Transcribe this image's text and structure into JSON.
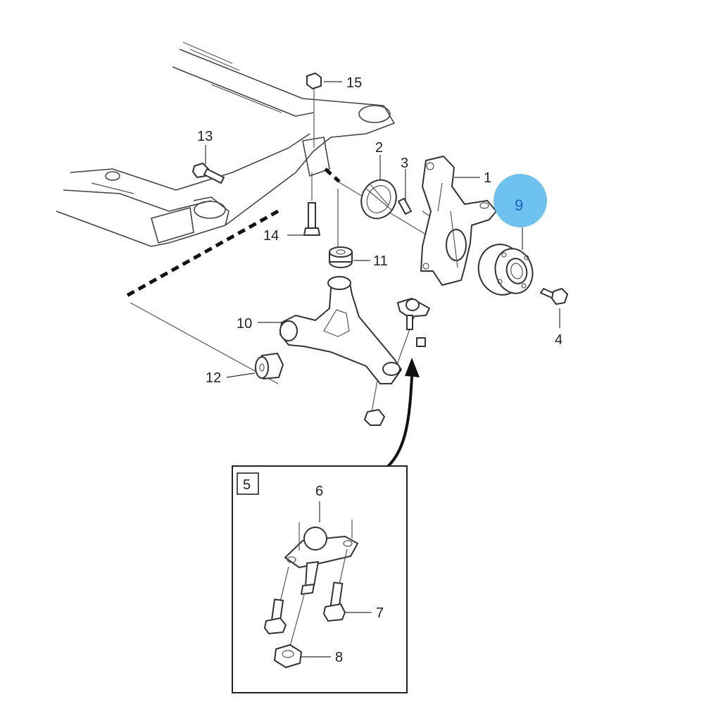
{
  "diagram": {
    "highlight_color": "#66bfee",
    "highlighted_label": "9",
    "callouts": [
      {
        "id": "1",
        "label": "1",
        "part": "steering-knuckle"
      },
      {
        "id": "2",
        "label": "2",
        "part": "bearing-shield"
      },
      {
        "id": "3",
        "label": "3",
        "part": "knuckle-bolt"
      },
      {
        "id": "4",
        "label": "4",
        "part": "hub-bolt"
      },
      {
        "id": "9",
        "label": "9",
        "part": "wheel-hub"
      },
      {
        "id": "10",
        "label": "10",
        "part": "lower-control-arm"
      },
      {
        "id": "11",
        "label": "11",
        "part": "rear-bushing"
      },
      {
        "id": "12",
        "label": "12",
        "part": "front-bushing"
      },
      {
        "id": "13",
        "label": "13",
        "part": "subframe-bolt"
      },
      {
        "id": "14",
        "label": "14",
        "part": "bushing-bolt"
      },
      {
        "id": "15",
        "label": "15",
        "part": "subframe-nut"
      }
    ],
    "inset": {
      "box_label": "5",
      "callouts": [
        {
          "id": "6",
          "label": "6",
          "part": "ball-joint"
        },
        {
          "id": "7",
          "label": "7",
          "part": "ball-joint-bolt"
        },
        {
          "id": "8",
          "label": "8",
          "part": "ball-joint-nut"
        }
      ]
    }
  }
}
